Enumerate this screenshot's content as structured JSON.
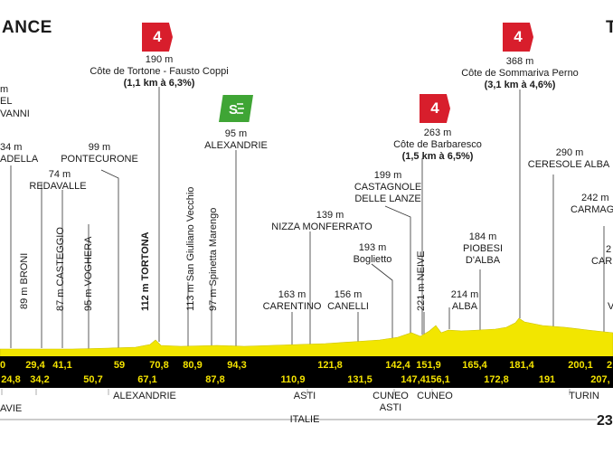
{
  "header": {
    "title_fragment": "ANCE",
    "title_fragment_right": "T"
  },
  "colors": {
    "profile_fill": "#f2e600",
    "band": "#000000",
    "category_badge": "#d81e2c",
    "sprint_badge": "#3fa535"
  },
  "climbs": [
    {
      "category": "4",
      "alt": "190 m",
      "name": "Côte de Tortone - Fausto Coppi",
      "detail": "(1,1 km à 6,3%)"
    },
    {
      "category": "4",
      "alt": "263 m",
      "name": "Côte de Barbaresco",
      "detail": "(1,5 km à 6,5%)"
    },
    {
      "category": "4",
      "alt": "368 m",
      "name": "Côte de Sommariva Perno",
      "detail": "(3,1 km à 4,6%)"
    }
  ],
  "sprint": {
    "icon": "sprint-icon",
    "alt": "95 m",
    "name": "ALEXANDRIE"
  },
  "places": {
    "p_partial1": "m",
    "p_partial2": "EL",
    "p_partial3": "VANNI",
    "p_partial4": "34 m",
    "p_partial5": "ADELLA",
    "redavalle_alt": "74 m",
    "redavalle": "REDAVALLE",
    "pontecurone_alt": "99 m",
    "pontecurone": "PONTECURONE",
    "castagnole_alt": "199 m",
    "castagnole_1": "CASTAGNOLE",
    "castagnole_2": "DELLE LANZE",
    "nizza_alt": "139 m",
    "nizza": "NIZZA MONFERRATO",
    "boglietto_alt": "193 m",
    "boglietto": "Boglietto",
    "piobesi_alt": "184 m",
    "piobesi_1": "PIOBESI",
    "piobesi_2": "D'ALBA",
    "ceresole_alt": "290 m",
    "ceresole": "CERESOLE ALBA",
    "carmagnola_alt": "242 m",
    "carmagnola": "CARMAGN",
    "partial_2": "2",
    "partial_car": "CARI",
    "partial_v": "V",
    "carentino_alt": "163 m",
    "carentino": "CARENTINO",
    "canelli_alt": "156 m",
    "canelli": "CANELLI",
    "alba_alt": "214 m",
    "alba": "ALBA"
  },
  "vertical_labels": {
    "broni": "89 m BRONI",
    "casteggio": "87 m CASTEGGIO",
    "voghera": "95 m VOGHERA",
    "tortona": "112 m TORTONA",
    "sgv": "113 m San Giuliano Vecchio",
    "spinetta": "97 m Spinetta Marengo",
    "neive": "221 m NEIVE"
  },
  "km_top": [
    "0",
    "29,4",
    "41,1",
    "59",
    "70,8",
    "80,9",
    "94,3",
    "121,8",
    "142,4",
    "151,9",
    "165,4",
    "181,4",
    "200,1",
    "2"
  ],
  "km_bottom": [
    "24,8",
    "34,2",
    "50,7",
    "67,1",
    "87,8",
    "110,9",
    "131,5",
    "147,4",
    "156,1",
    "172,8",
    "191",
    "207,"
  ],
  "bottom_labels": {
    "alexandrie": "ALEXANDRIE",
    "asti1": "ASTI",
    "cuneo_asti_1": "CUNEO",
    "cuneo_asti_2": "ASTI",
    "cuneo": "CUNEO",
    "turin": "TURIN",
    "pavie": "AVIE",
    "italie": "ITALIE",
    "total": "23"
  }
}
